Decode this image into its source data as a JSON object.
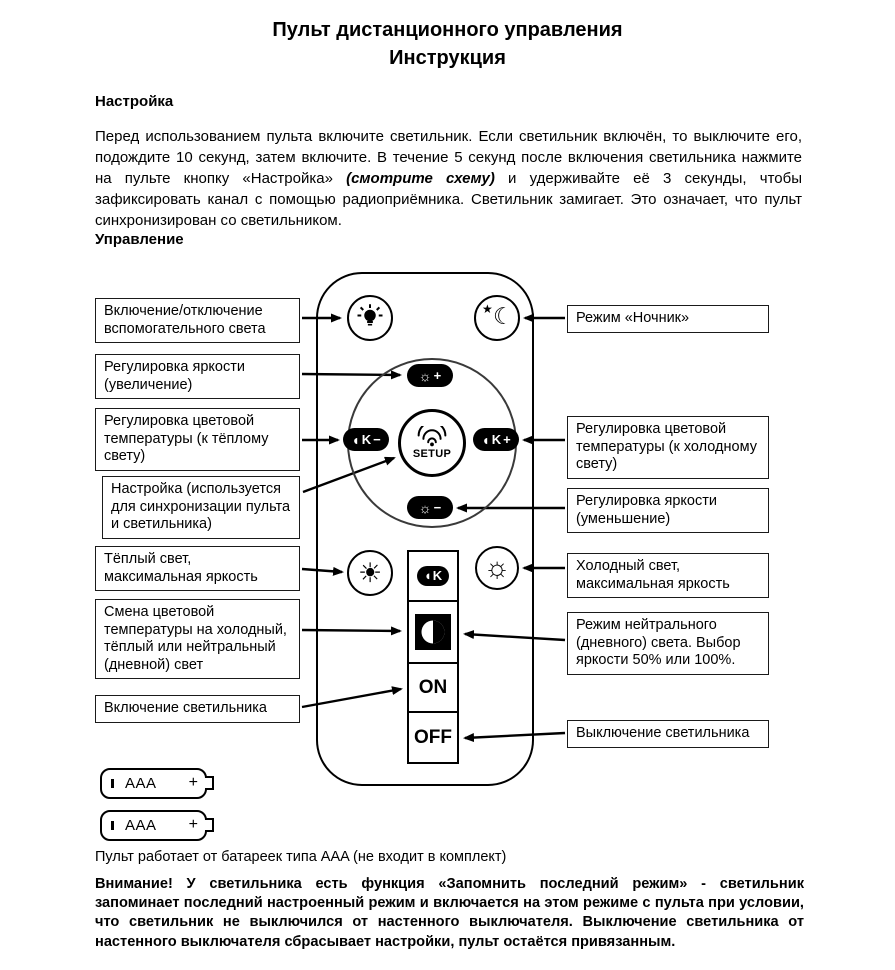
{
  "page": {
    "title_line1": "Пульт дистанционного управления",
    "title_line2": "Инструкция"
  },
  "setup": {
    "heading": "Настройка",
    "body_before": "Перед использованием пульта включите светильник. Если светильник включён, то выключите его, подождите 10 секунд, затем включите. В течение 5 секунд после включения светильника нажмите на пульте кнопку «Настройка» ",
    "body_em": "(смотрите схему)",
    "body_after": " и удерживайте её 3 секунды, чтобы зафиксировать канал с помощью радиоприёмника. Светильник замигает. Это означает, что пульт синхронизирован со светильником."
  },
  "control": {
    "heading": "Управление"
  },
  "remote": {
    "setup_label": "SETUP",
    "on_label": "ON",
    "off_label": "OFF",
    "brightness_up": {
      "icon": "☼",
      "sign": "+"
    },
    "brightness_down": {
      "icon": "☼",
      "sign": "−"
    },
    "temp_warm": {
      "icon": "◖",
      "letter": "K",
      "sign": "−"
    },
    "temp_cold": {
      "icon": "◖",
      "letter": "K",
      "sign": "+"
    },
    "temp_toggle": {
      "icon": "◖",
      "letter": "K"
    },
    "warm_sun_icon": "☀",
    "cold_sun_icon": "☼",
    "night_star_icon": "★",
    "night_moon_icon": "☾"
  },
  "callouts_left": [
    {
      "text": "Включение/отключение вспомогательного света"
    },
    {
      "text": "Регулировка яркости (увеличение)"
    },
    {
      "text": "Регулировка цветовой температуры (к тёплому свету)"
    },
    {
      "text": "Настройка (используется для синхронизации пульта и светильника)"
    },
    {
      "text": "Тёплый свет, максимальная яркость"
    },
    {
      "text": "Смена цветовой температуры на холодный, тёплый или нейтральный (дневной) свет"
    },
    {
      "text": "Включение светильника"
    }
  ],
  "callouts_right": [
    {
      "text": "Режим «Ночник»"
    },
    {
      "text": "Регулировка цветовой температуры (к холодному свету)"
    },
    {
      "text": "Регулировка яркости (уменьшение)"
    },
    {
      "text": "Холодный свет, максимальная яркость"
    },
    {
      "text": "Режим нейтрального (дневного) света. Выбор яркости 50% или 100%."
    },
    {
      "text": "Выключение светильника"
    }
  ],
  "battery": {
    "label": "AAA",
    "plus": "+",
    "note": "Пульт работает от батареек типа AAA (не входит в комплект)"
  },
  "warning": "Внимание! У светильника есть функция «Запомнить последний режим» - светильник запоминает последний настроенный режим и включается на этом режиме с пульта при условии, что светильник не выключился от настенного выключателя. Выключение светильника от настенного выключателя сбрасывает настройки, пульт остаётся привязанным."
}
